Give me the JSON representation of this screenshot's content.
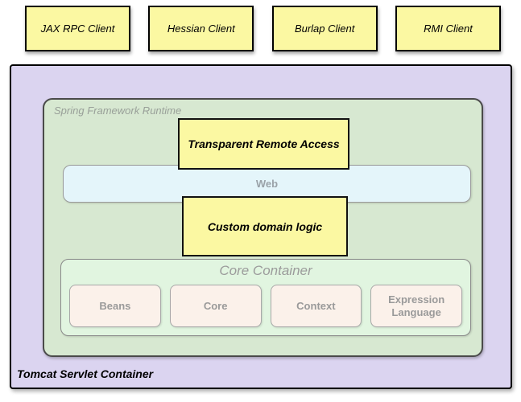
{
  "clients": [
    {
      "label": "JAX RPC Client"
    },
    {
      "label": "Hessian Client"
    },
    {
      "label": "Burlap Client"
    },
    {
      "label": "RMI Client"
    }
  ],
  "tomcat": {
    "label": "Tomcat Servlet Container",
    "runtime": {
      "label": "Spring Framework Runtime",
      "transparent_remote_access": "Transparent Remote Access",
      "web": "Web",
      "custom_domain_logic": "Custom domain logic",
      "core_container": {
        "label": "Core Container",
        "modules": [
          "Beans",
          "Core",
          "Context",
          "Expression Language"
        ]
      }
    }
  },
  "colors": {
    "client_and_yellow_box_fill": "#FBF8A2",
    "tomcat_fill": "#DBD4F0",
    "runtime_fill": "#D7E8D1",
    "web_bar_fill": "#E4F5FA",
    "core_container_fill": "#E1F5E0",
    "module_fill": "#FBF1EA",
    "muted_text": "#9a9a9a",
    "border_black": "#000000"
  }
}
